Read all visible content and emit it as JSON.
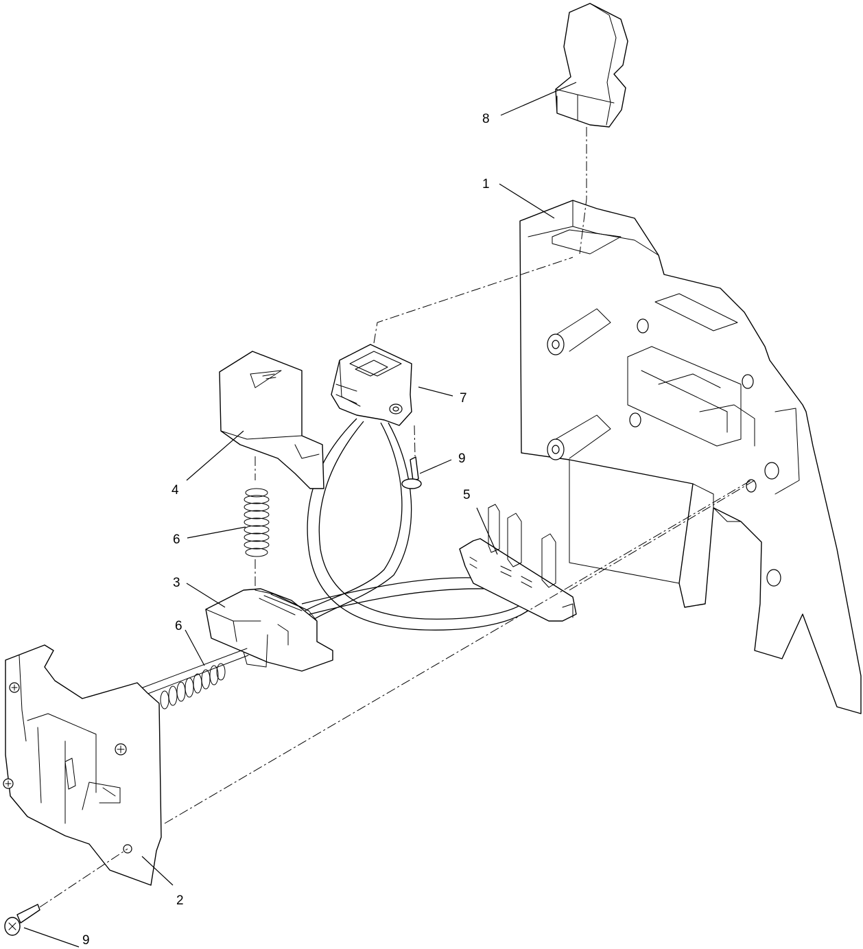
{
  "diagram": {
    "callouts": [
      {
        "id": "c1",
        "label": "1"
      },
      {
        "id": "c2",
        "label": "2"
      },
      {
        "id": "c3",
        "label": "3"
      },
      {
        "id": "c4",
        "label": "4"
      },
      {
        "id": "c5",
        "label": "5"
      },
      {
        "id": "c6a",
        "label": "6"
      },
      {
        "id": "c6b",
        "label": "6"
      },
      {
        "id": "c7",
        "label": "7"
      },
      {
        "id": "c8",
        "label": "8"
      },
      {
        "id": "c9a",
        "label": "9"
      },
      {
        "id": "c9b",
        "label": "9"
      }
    ]
  }
}
